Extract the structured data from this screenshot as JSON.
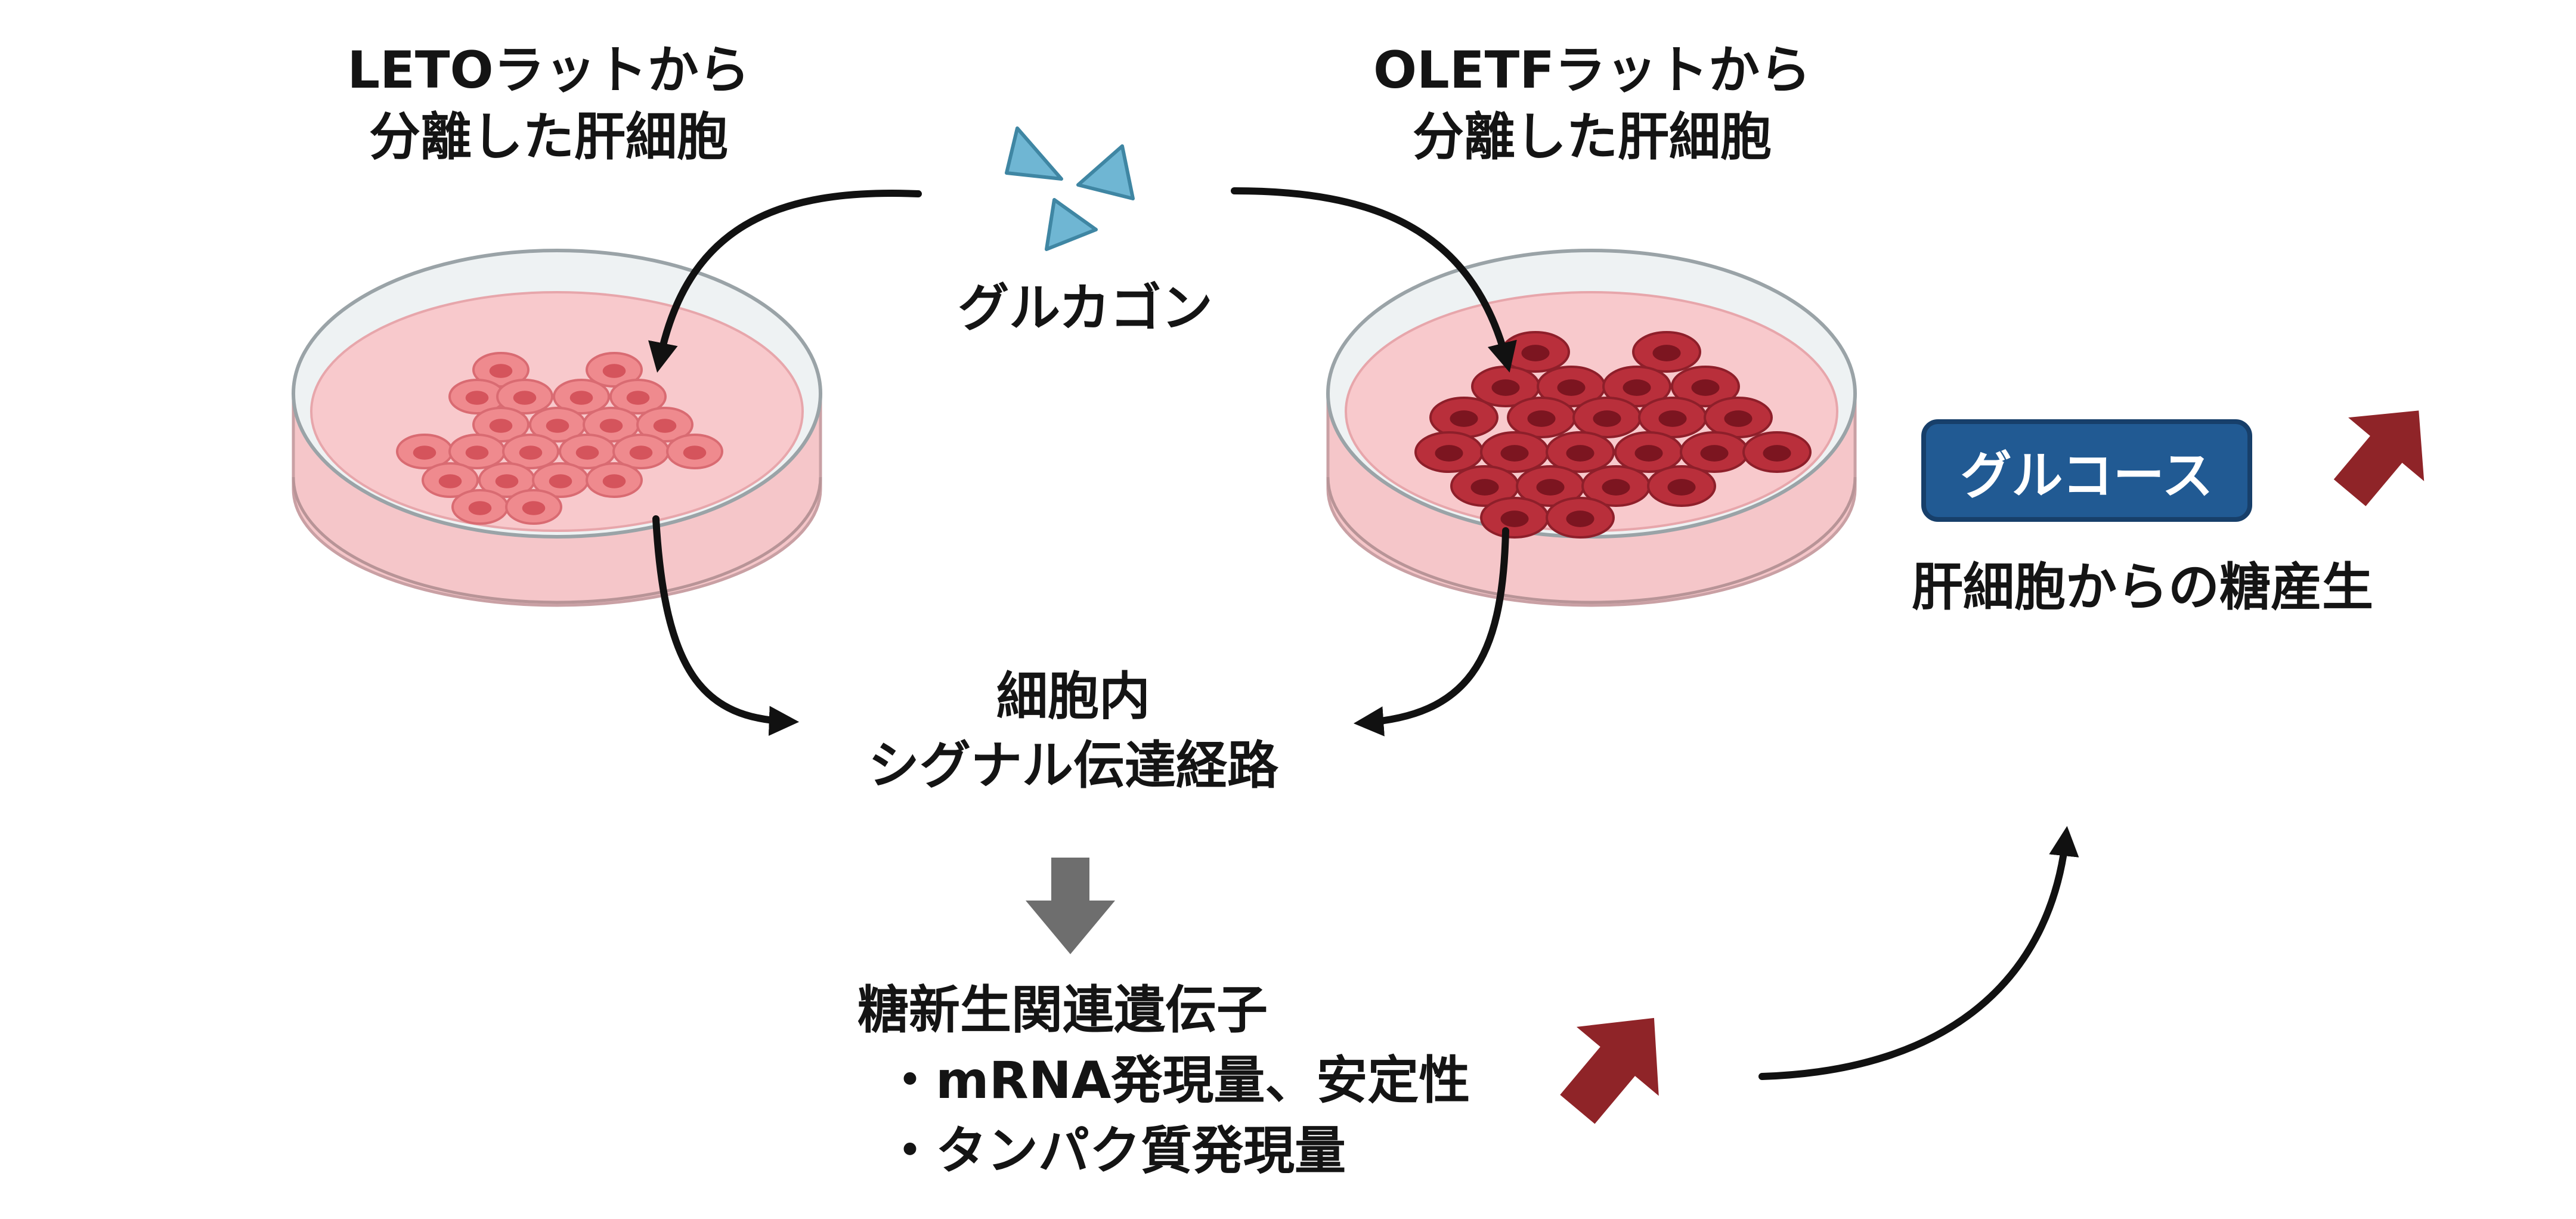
{
  "labels": {
    "leto_line1": "LETOラットから",
    "leto_line2": "分離した肝細胞",
    "oletf_line1": "OLETFラットから",
    "oletf_line2": "分離した肝細胞",
    "glucagon": "グルカゴン",
    "signal_line1": "細胞内",
    "signal_line2": "シグナル伝達経路",
    "genes_title": "糖新生関連遺伝子",
    "genes_item1": "・mRNA発現量、安定性",
    "genes_item2": "・タンパク質発現量",
    "glucose": "グルコース",
    "hepatic_output": "肝細胞からの糖産生"
  },
  "colors": {
    "leto_cell_fill": "#ef8a8e",
    "leto_cell_nucleus": "#d5545c",
    "oletf_cell_fill": "#b92f3b",
    "oletf_cell_nucleus": "#7c1520",
    "dish_medium": "#f8c9cc",
    "glucagon_triangle": "#6fb6d3",
    "up_arrow": "#8f2428",
    "down_arrow": "#6e6e6e",
    "glucose_box": "#215a93",
    "text": "#141414"
  },
  "icons": [
    "glucagon-triangle-icon",
    "up-arrow-icon",
    "down-arrow-icon",
    "petri-dish-icon",
    "hepatocyte-icon"
  ]
}
